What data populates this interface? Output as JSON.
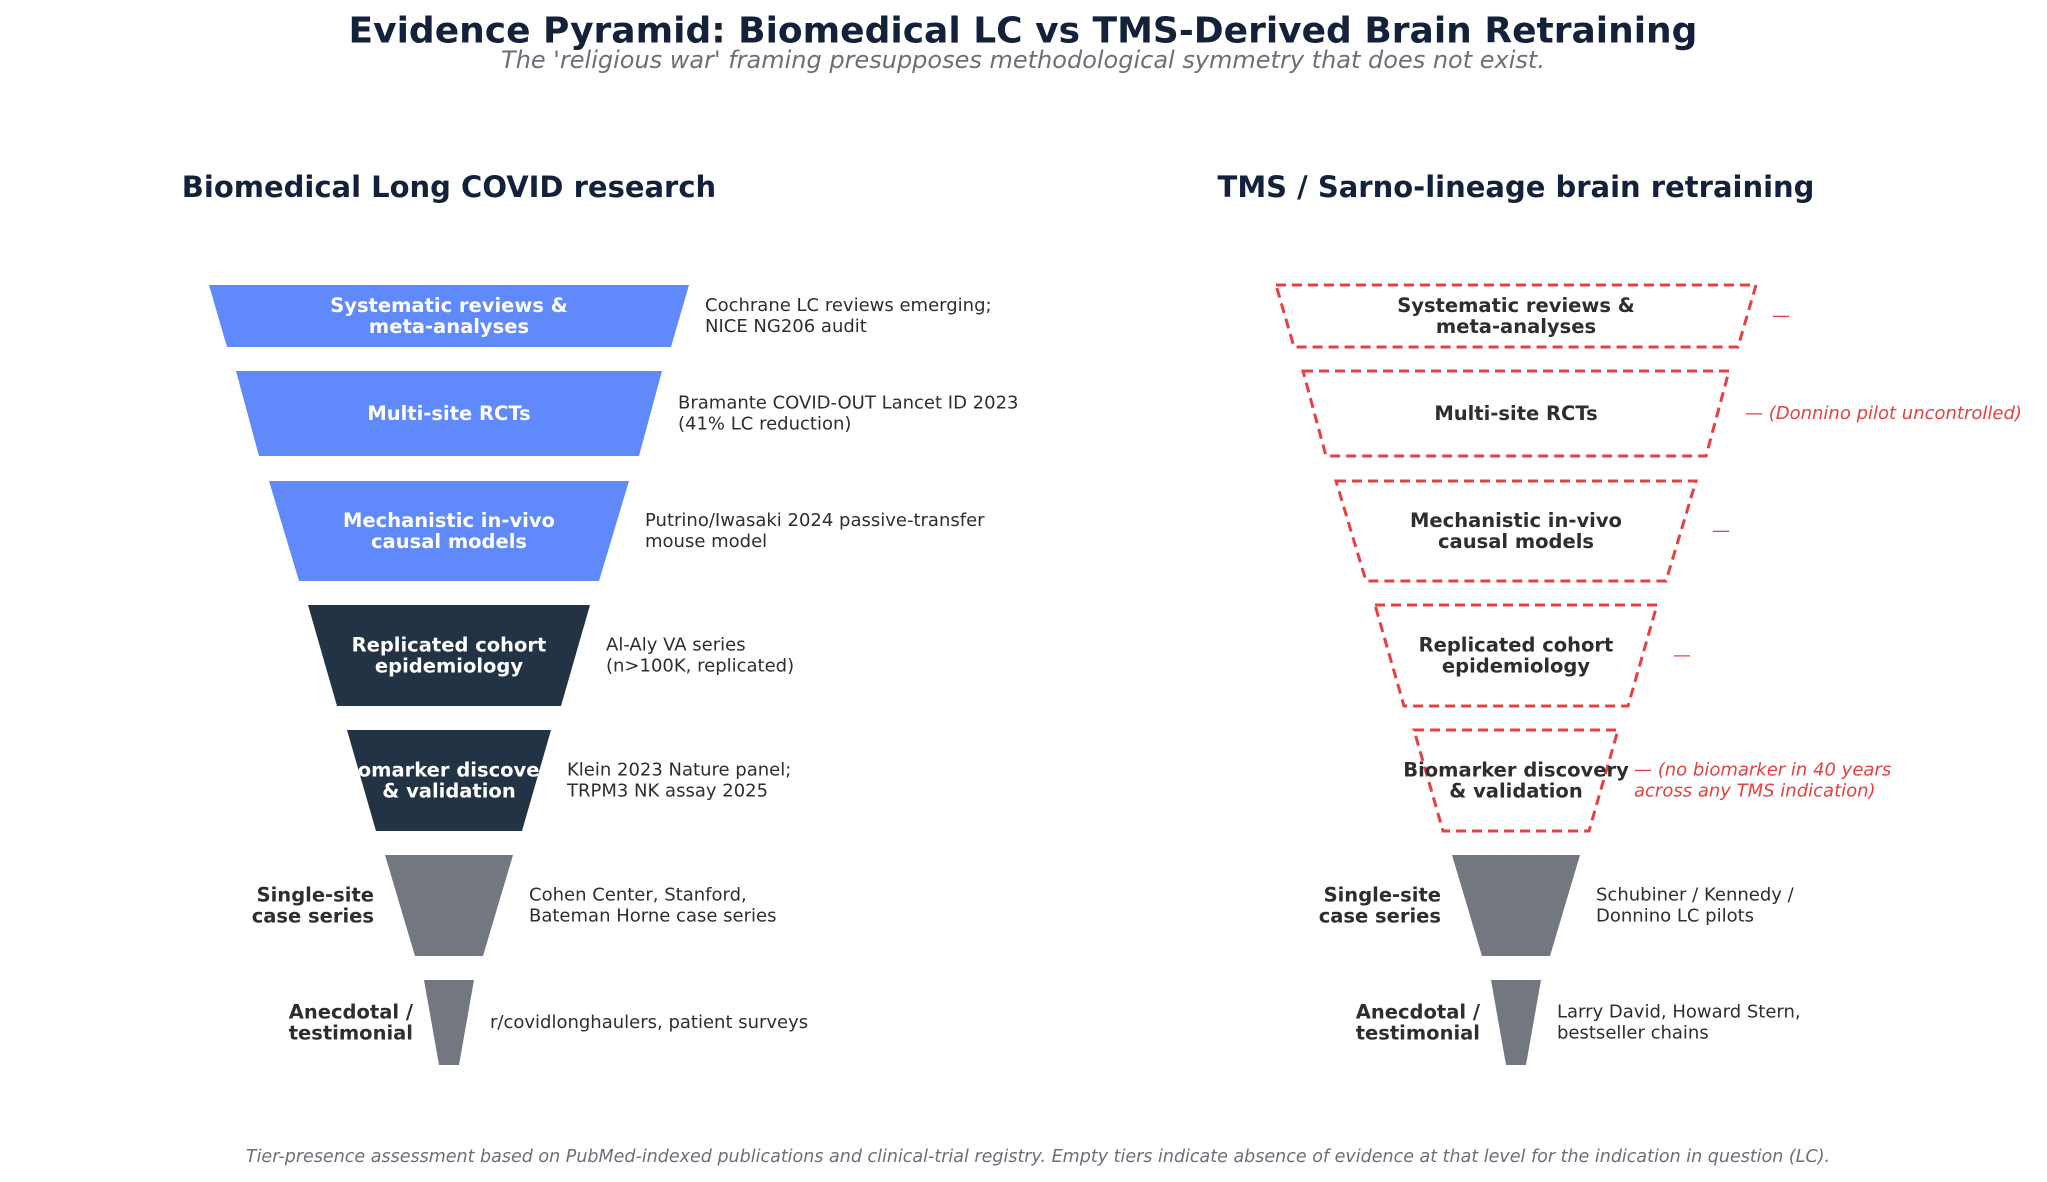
{
  "title": "Evidence Pyramid: Biomedical LC vs TMS-Derived Brain Retraining",
  "subtitle": "The 'religious war' framing presupposes methodological symmetry that does not exist.",
  "footnote": "Tier-presence assessment based on PubMed-indexed publications and clinical-trial registry. Empty tiers indicate absence of evidence at that level for the indication in question (LC).",
  "colors": {
    "blue": "#6089fb",
    "navy": "#233346",
    "gray": "#737780",
    "absent": "#e84040",
    "title": "#14213a",
    "text": "#2e2e30",
    "muted": "#6c6f78"
  },
  "panels": [
    {
      "heading": "Biomedical Long COVID research",
      "tiers": [
        {
          "label": [
            "Systematic reviews &",
            "meta-analyses"
          ],
          "status": "strong",
          "annotation": [
            "Cochrane LC reviews emerging;",
            "NICE NG206 audit"
          ]
        },
        {
          "label": [
            "Multi-site RCTs"
          ],
          "status": "strong",
          "annotation": [
            "Bramante COVID-OUT Lancet ID 2023",
            "(41% LC reduction)"
          ]
        },
        {
          "label": [
            "Mechanistic in-vivo",
            "causal models"
          ],
          "status": "strong",
          "annotation": [
            "Putrino/Iwasaki 2024 passive-transfer",
            "mouse model"
          ]
        },
        {
          "label": [
            "Replicated cohort",
            "epidemiology"
          ],
          "status": "moderate",
          "annotation": [
            "Al-Aly VA series",
            "(n>100K, replicated)"
          ]
        },
        {
          "label": [
            "Biomarker discovery",
            "& validation"
          ],
          "status": "moderate",
          "annotation": [
            "Klein 2023 Nature panel;",
            "TRPM3 NK assay 2025"
          ]
        },
        {
          "label": [
            "Single-site",
            "case series"
          ],
          "status": "weak",
          "annotation": [
            "Cohen Center, Stanford,",
            "Bateman Horne case series"
          ]
        },
        {
          "label": [
            "Anecdotal /",
            "testimonial"
          ],
          "status": "weak",
          "annotation": [
            "r/covidlonghaulers, patient surveys"
          ]
        }
      ]
    },
    {
      "heading": "TMS / Sarno-lineage brain retraining",
      "tiers": [
        {
          "label": [
            "Systematic reviews &",
            "meta-analyses"
          ],
          "status": "absent",
          "annotation": [
            "—"
          ]
        },
        {
          "label": [
            "Multi-site RCTs"
          ],
          "status": "absent",
          "annotation": [
            "—  (Donnino pilot uncontrolled)"
          ]
        },
        {
          "label": [
            "Mechanistic in-vivo",
            "causal models"
          ],
          "status": "absent",
          "annotation": [
            "—"
          ]
        },
        {
          "label": [
            "Replicated cohort",
            "epidemiology"
          ],
          "status": "absent",
          "annotation": [
            "—"
          ]
        },
        {
          "label": [
            "Biomarker discovery",
            "& validation"
          ],
          "status": "absent",
          "annotation": [
            "—  (no biomarker in 40 years",
            "across any TMS indication)"
          ]
        },
        {
          "label": [
            "Single-site",
            "case series"
          ],
          "status": "weak",
          "annotation": [
            "Schubiner / Kennedy /",
            "Donnino LC pilots"
          ]
        },
        {
          "label": [
            "Anecdotal /",
            "testimonial"
          ],
          "status": "weak",
          "annotation": [
            "Larry David, Howard Stern,",
            "bestseller chains"
          ]
        }
      ]
    }
  ]
}
